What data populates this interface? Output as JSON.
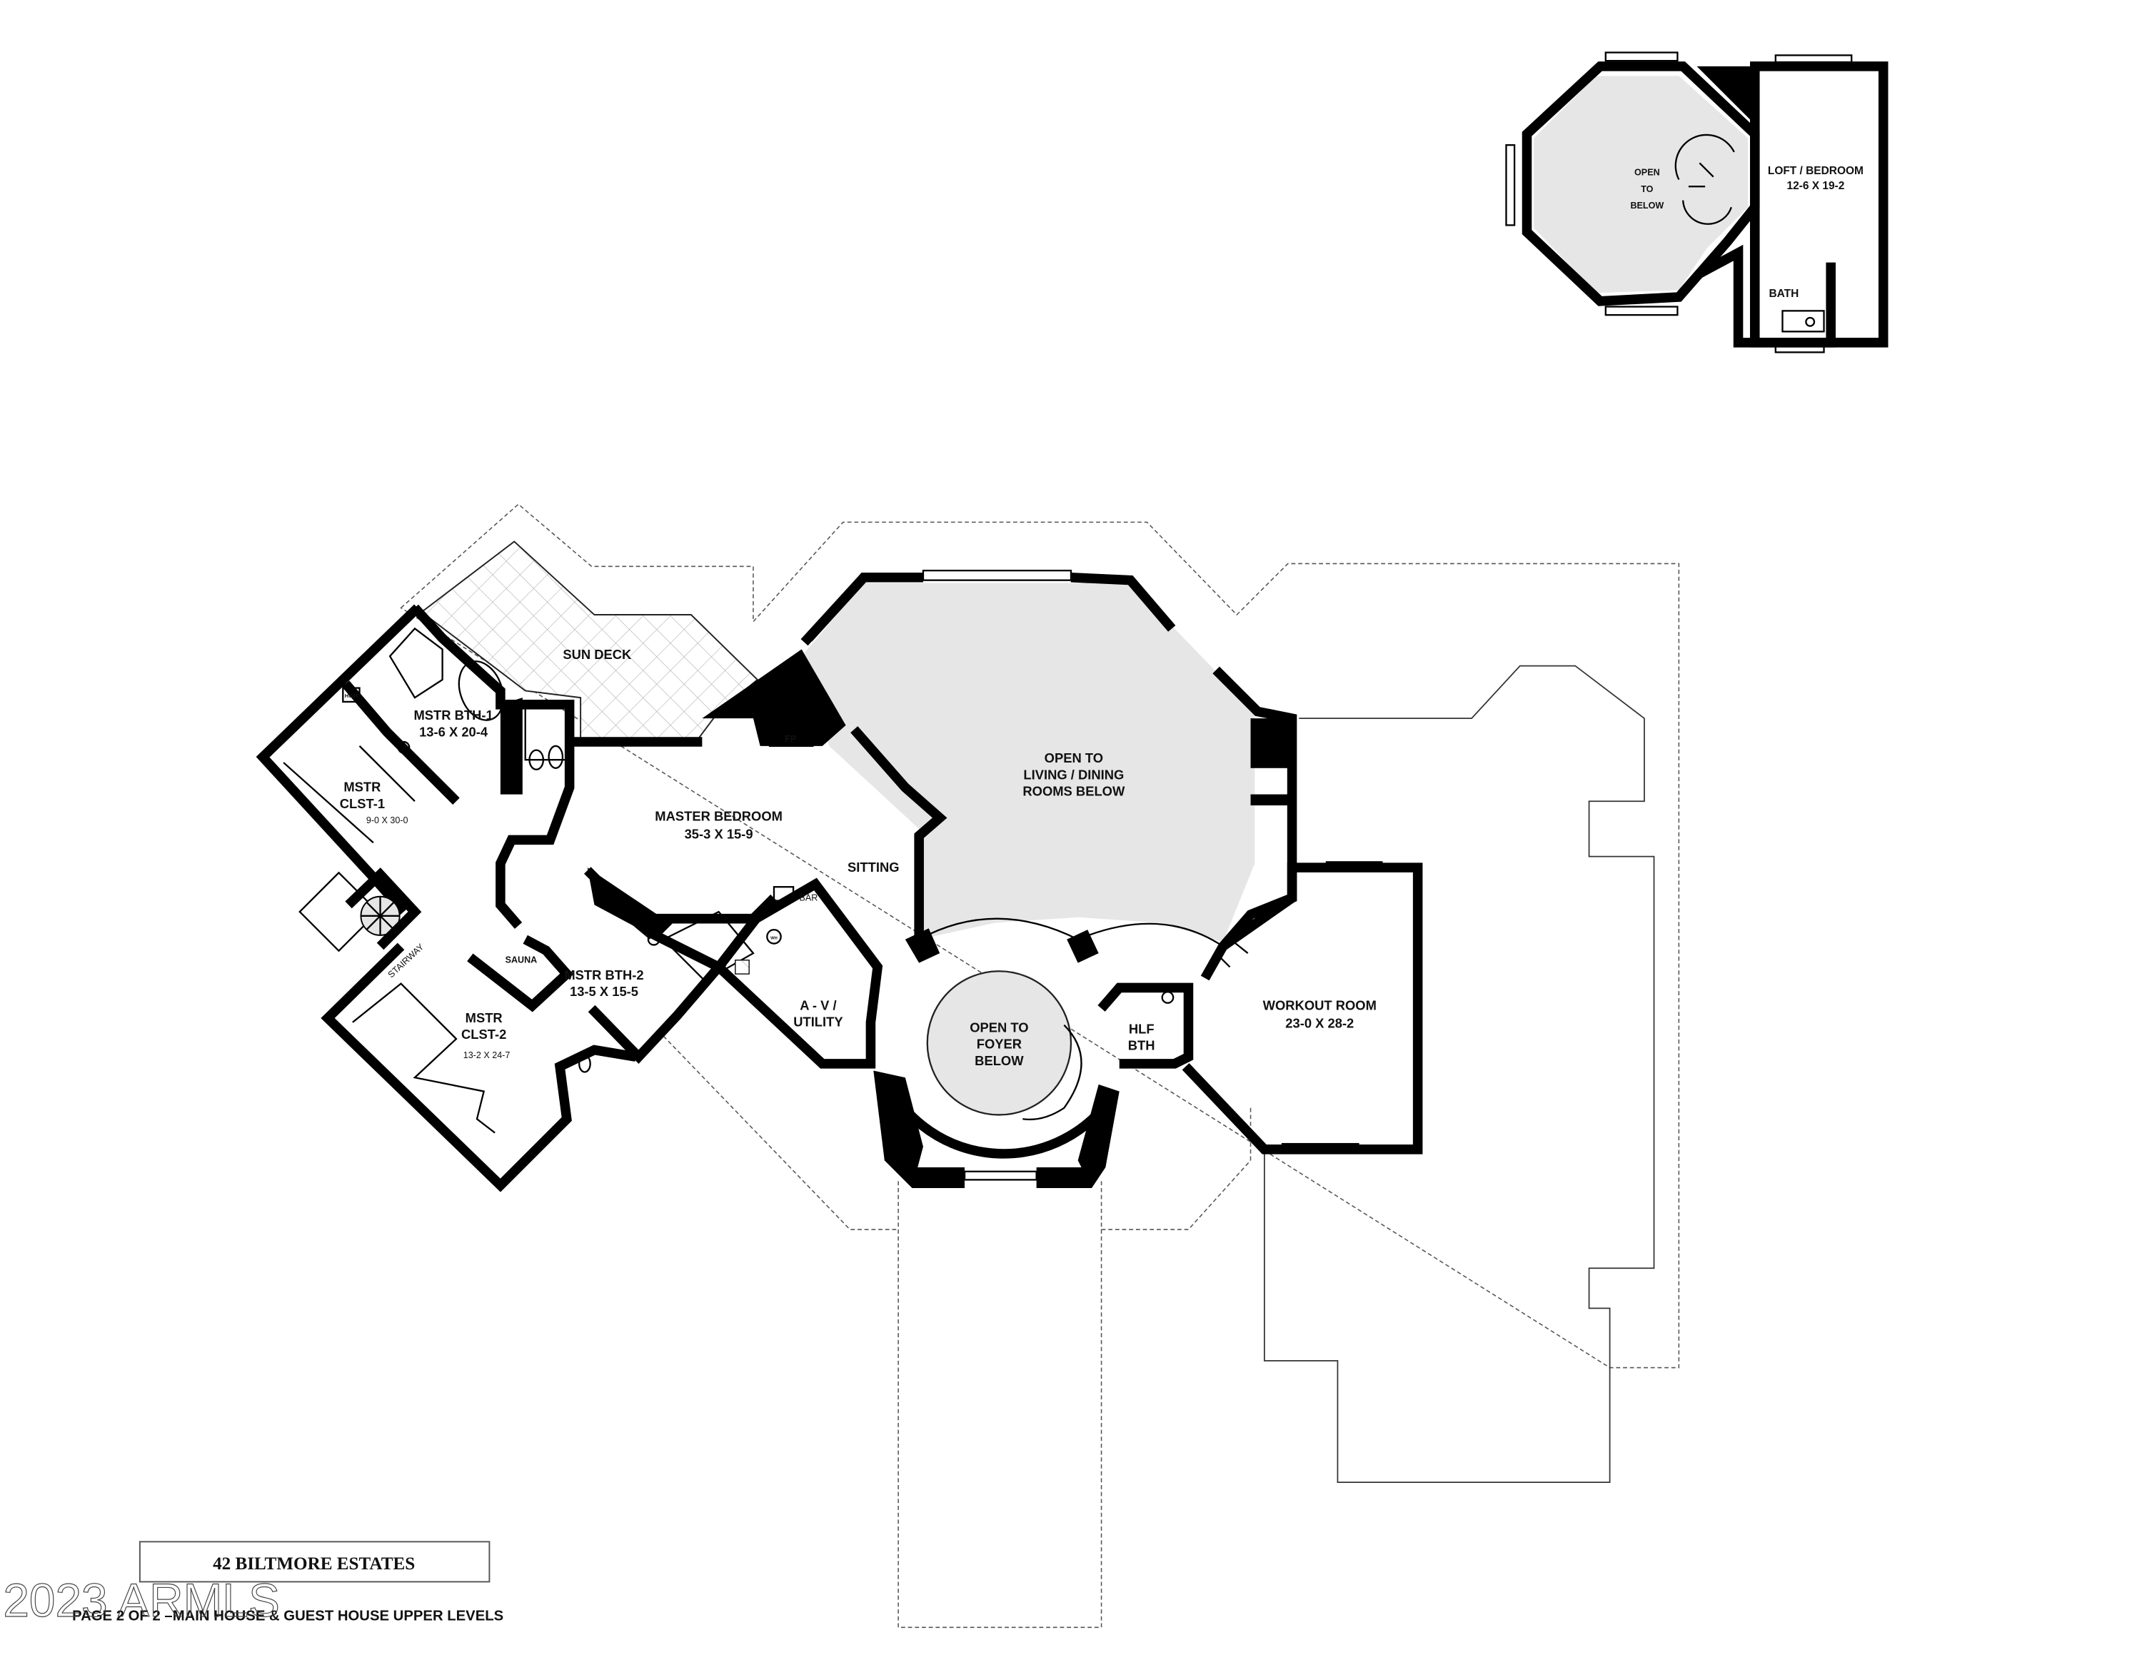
{
  "plan": {
    "title": "42 BILTMORE ESTATES",
    "subtitle": "PAGE 2 OF 2  –MAIN HOUSE & GUEST HOUSE UPPER LEVELS",
    "watermark": "2023 ARMLS"
  },
  "guest_house": {
    "open_below": [
      "OPEN",
      "TO",
      "BELOW"
    ],
    "loft_name": "LOFT / BEDROOM",
    "loft_dims": "12-6  X  19-2",
    "bath": "BATH"
  },
  "main_house": {
    "sun_deck": "SUN DECK",
    "mstr_bth1": {
      "name": "MSTR BTH-1",
      "dims": "13-6 X 20-4"
    },
    "mstr_clst1": {
      "name1": "MSTR",
      "name2": "CLST-1",
      "dims": "9-0 X 30-0"
    },
    "fp": "FP",
    "master_bedroom": {
      "name": "MASTER BEDROOM",
      "dims": "35-3  X  15-9"
    },
    "sitting": "SITTING",
    "bar": "BAR",
    "open_living": [
      "OPEN TO",
      "LIVING / DINING",
      "ROOMS BELOW"
    ],
    "sauna": "SAUNA",
    "stairway": "STAIRWAY",
    "mstr_bth2": {
      "name": "MSTR BTH-2",
      "dims": "13-5 X 15-5"
    },
    "mstr_clst2": {
      "name1": "MSTR",
      "name2": "CLST-2",
      "dims": "13-2 X 24-7"
    },
    "av_utility": [
      "A - V  /",
      "UTILITY"
    ],
    "open_foyer": [
      "OPEN TO",
      "FOYER",
      "BELOW"
    ],
    "hlf_bth": [
      "HLF",
      "BTH"
    ],
    "workout": {
      "name": "WORKOUT ROOM",
      "dims": "23-0  X  28-2"
    },
    "wh": "WH",
    "hwh": "HWH"
  }
}
